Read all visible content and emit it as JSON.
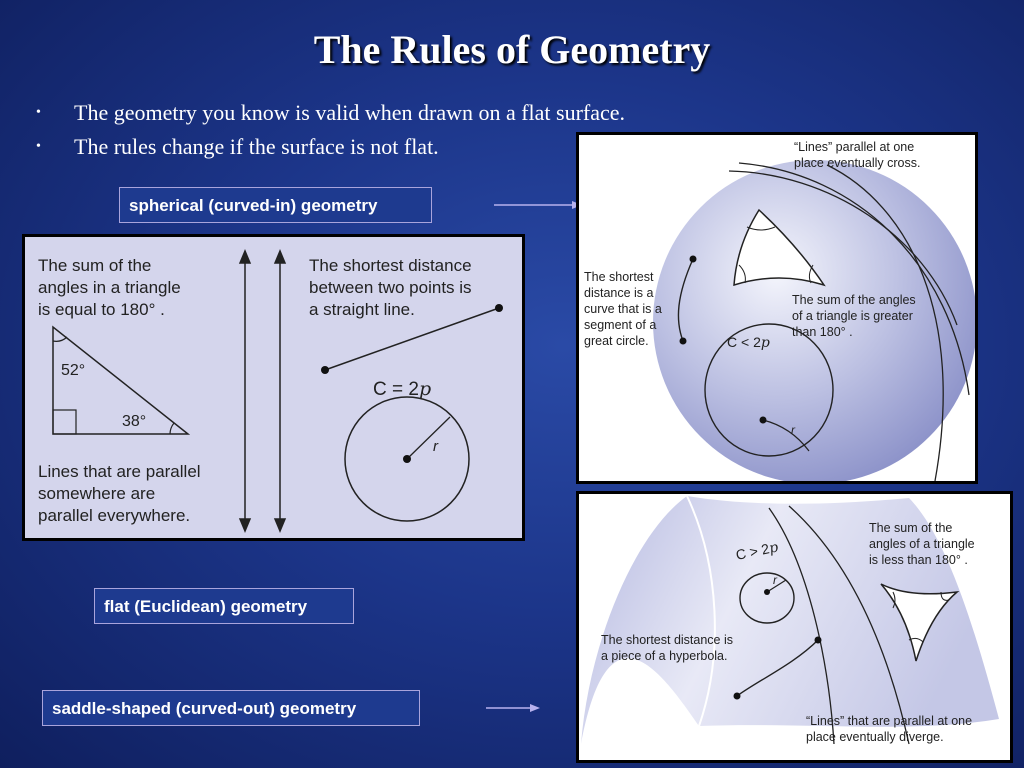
{
  "slide": {
    "title": "The Rules of Geometry",
    "bullets": [
      "The geometry you know is valid when drawn on a flat surface.",
      "The rules change if the surface is not flat."
    ],
    "bullet_marker": "•"
  },
  "labels": {
    "spherical": "spherical (curved-in) geometry",
    "flat": "flat (Euclidean) geometry",
    "saddle": "saddle-shaped (curved-out) geometry"
  },
  "flat_panel": {
    "angle_sum_text": [
      "The sum of the",
      "angles in a triangle",
      "is equal to 180° ."
    ],
    "angle_a": "52°",
    "angle_b": "38°",
    "parallel_text": [
      "Lines that are parallel",
      "somewhere are",
      "parallel everywhere."
    ],
    "distance_text": [
      "The shortest distance",
      "between two points is",
      "a straight line."
    ],
    "circumference": "C = 2",
    "pi_symbol": "p",
    "radius": "r"
  },
  "sphere_panel": {
    "parallel_text": [
      "“Lines” parallel at one",
      "place eventually cross."
    ],
    "distance_text": [
      "The shortest",
      "distance is a",
      "curve that is a",
      "segment of a",
      "great circle."
    ],
    "angle_text": [
      "The sum of the angles",
      "of a triangle is greater",
      "than 180° ."
    ],
    "circumference": "C < 2",
    "pi_symbol": "p",
    "radius": "r"
  },
  "saddle_panel": {
    "angle_text": [
      "The sum of the",
      "angles of a triangle",
      "is less than 180° ."
    ],
    "distance_text": [
      "The shortest distance is",
      "a piece of a hyperbola."
    ],
    "parallel_text": [
      "“Lines” that are parallel at one",
      "place eventually diverge."
    ],
    "circumference": "C > 2",
    "pi_symbol": "p",
    "radius": "r"
  },
  "colors": {
    "background": "#1c3589",
    "panel_fill": "#d4d5ec",
    "label_border": "#a9a4dc",
    "arrow": "#b8b2ee"
  }
}
